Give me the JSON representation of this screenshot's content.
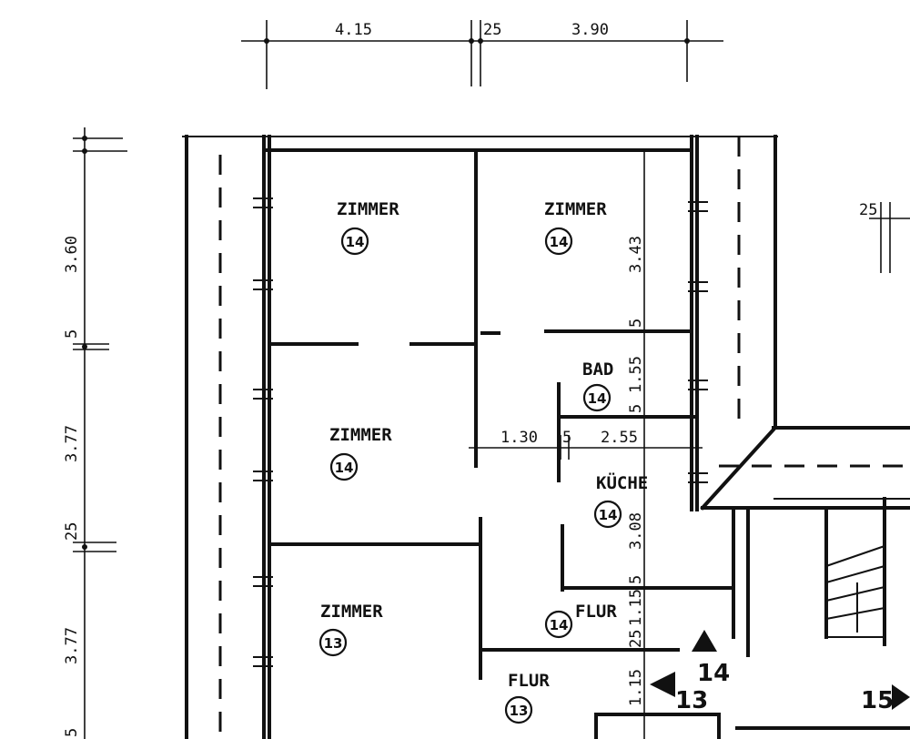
{
  "rooms": [
    {
      "name": "ZIMMER",
      "number": "14"
    },
    {
      "name": "ZIMMER",
      "number": "14"
    },
    {
      "name": "BAD",
      "number": "14"
    },
    {
      "name": "ZIMMER",
      "number": "14"
    },
    {
      "name": "KÜCHE",
      "number": "14"
    },
    {
      "name": "ZIMMER",
      "number": "13"
    },
    {
      "name": "FLUR",
      "number": "14"
    },
    {
      "name": "FLUR",
      "number": "13"
    }
  ],
  "dimensions": {
    "top": [
      "4.15",
      "25",
      "3.90"
    ],
    "left": [
      "3.60",
      "5",
      "3.77",
      "25",
      "3.77",
      "5"
    ],
    "inner_vertical": [
      "3.43",
      "5",
      "1.55",
      "5",
      "3.08",
      "5",
      "1.15",
      "25",
      "1.15"
    ],
    "inner_horizontal": [
      "1.30",
      "5",
      "2.55"
    ],
    "right": [
      "25"
    ]
  },
  "section_markers": [
    "14",
    "13",
    "15"
  ]
}
